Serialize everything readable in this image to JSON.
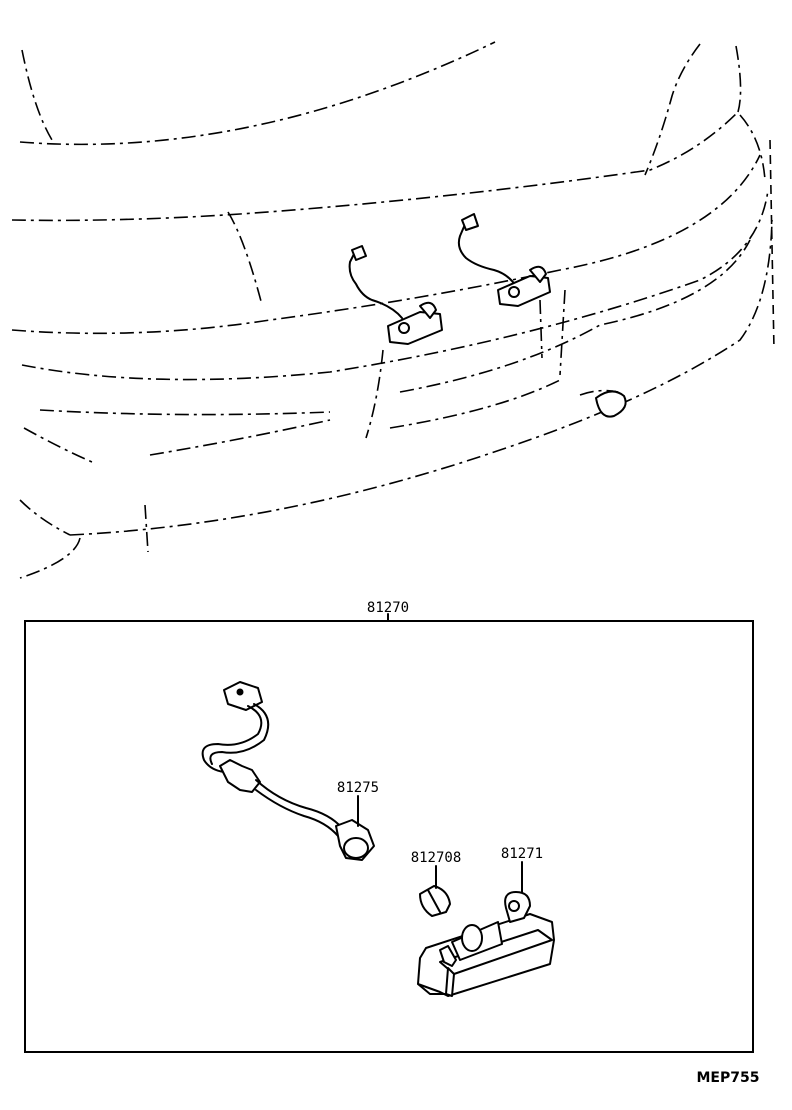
{
  "diagram": {
    "labels": {
      "assembly": "81270",
      "socket_wire": "81275",
      "bulb": "812708",
      "lens_housing": "81271"
    },
    "drawing_code": "MEP755"
  }
}
